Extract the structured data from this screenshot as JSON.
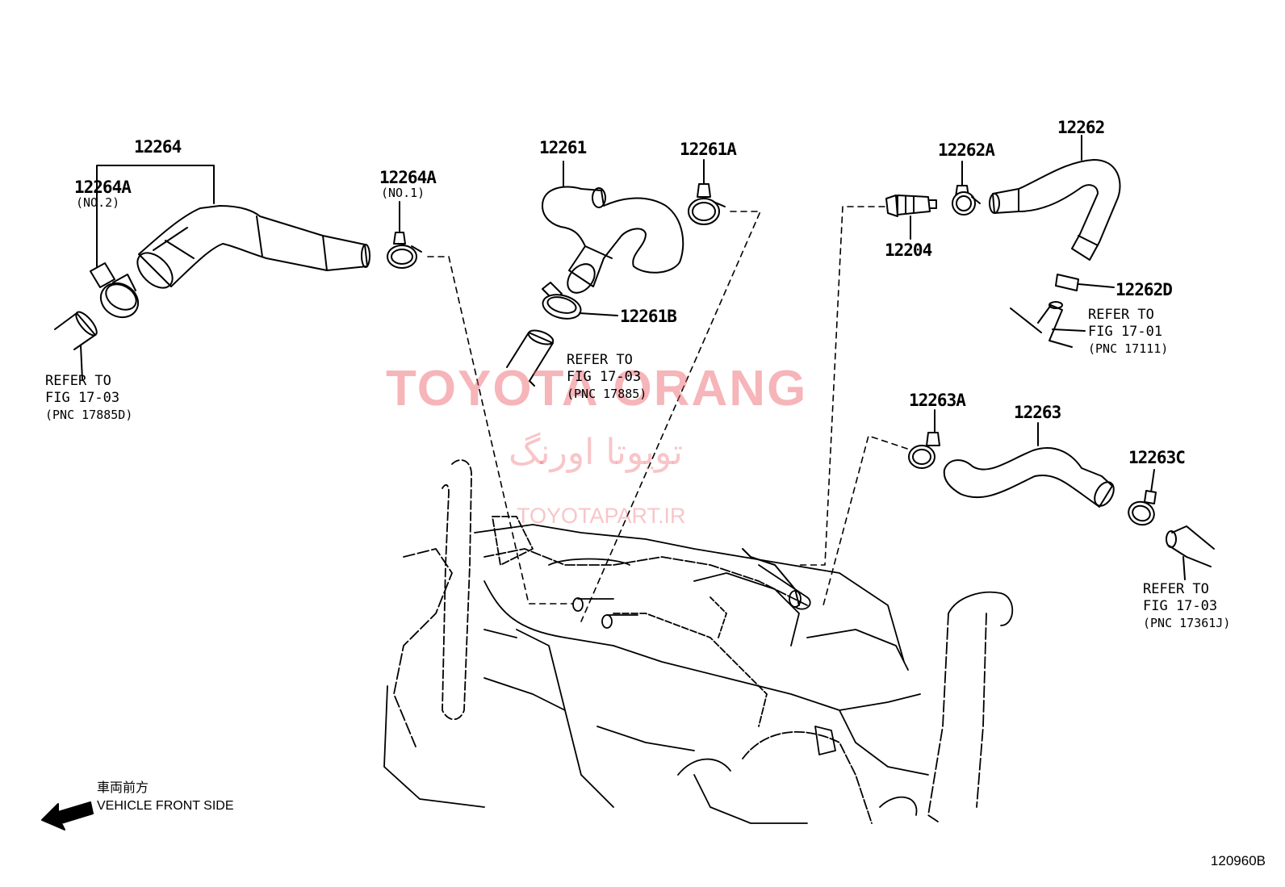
{
  "parts": {
    "p12264": "12264",
    "p12264A_no2": "12264A",
    "p12264A_no2_sub": "(NO.2)",
    "p12264A_no1": "12264A",
    "p12264A_no1_sub": "(NO.1)",
    "p12261": "12261",
    "p12261A": "12261A",
    "p12261B": "12261B",
    "p12262": "12262",
    "p12262A": "12262A",
    "p12262D": "12262D",
    "p12204": "12204",
    "p12263": "12263",
    "p12263A": "12263A",
    "p12263C": "12263C"
  },
  "references": {
    "ref_left": {
      "line1": "REFER TO",
      "line2": "FIG 17-03",
      "line3": "(PNC 17885D)"
    },
    "ref_center": {
      "line1": "REFER TO",
      "line2": "FIG 17-03",
      "line3": "(PNC 17885)"
    },
    "ref_upper_right": {
      "line1": "REFER TO",
      "line2": "FIG 17-01",
      "line3": "(PNC 17111)"
    },
    "ref_lower_right": {
      "line1": "REFER TO",
      "line2": "FIG 17-03",
      "line3": "(PNC 17361J)"
    }
  },
  "orientation": {
    "jp": "車両前方",
    "en": "VEHICLE FRONT SIDE"
  },
  "figure_id": "120960B",
  "watermark": {
    "line1": "TOYOTA ORANG",
    "line2": "تویوتا اورنگ",
    "line3": "TOYOTAPART.IR"
  }
}
